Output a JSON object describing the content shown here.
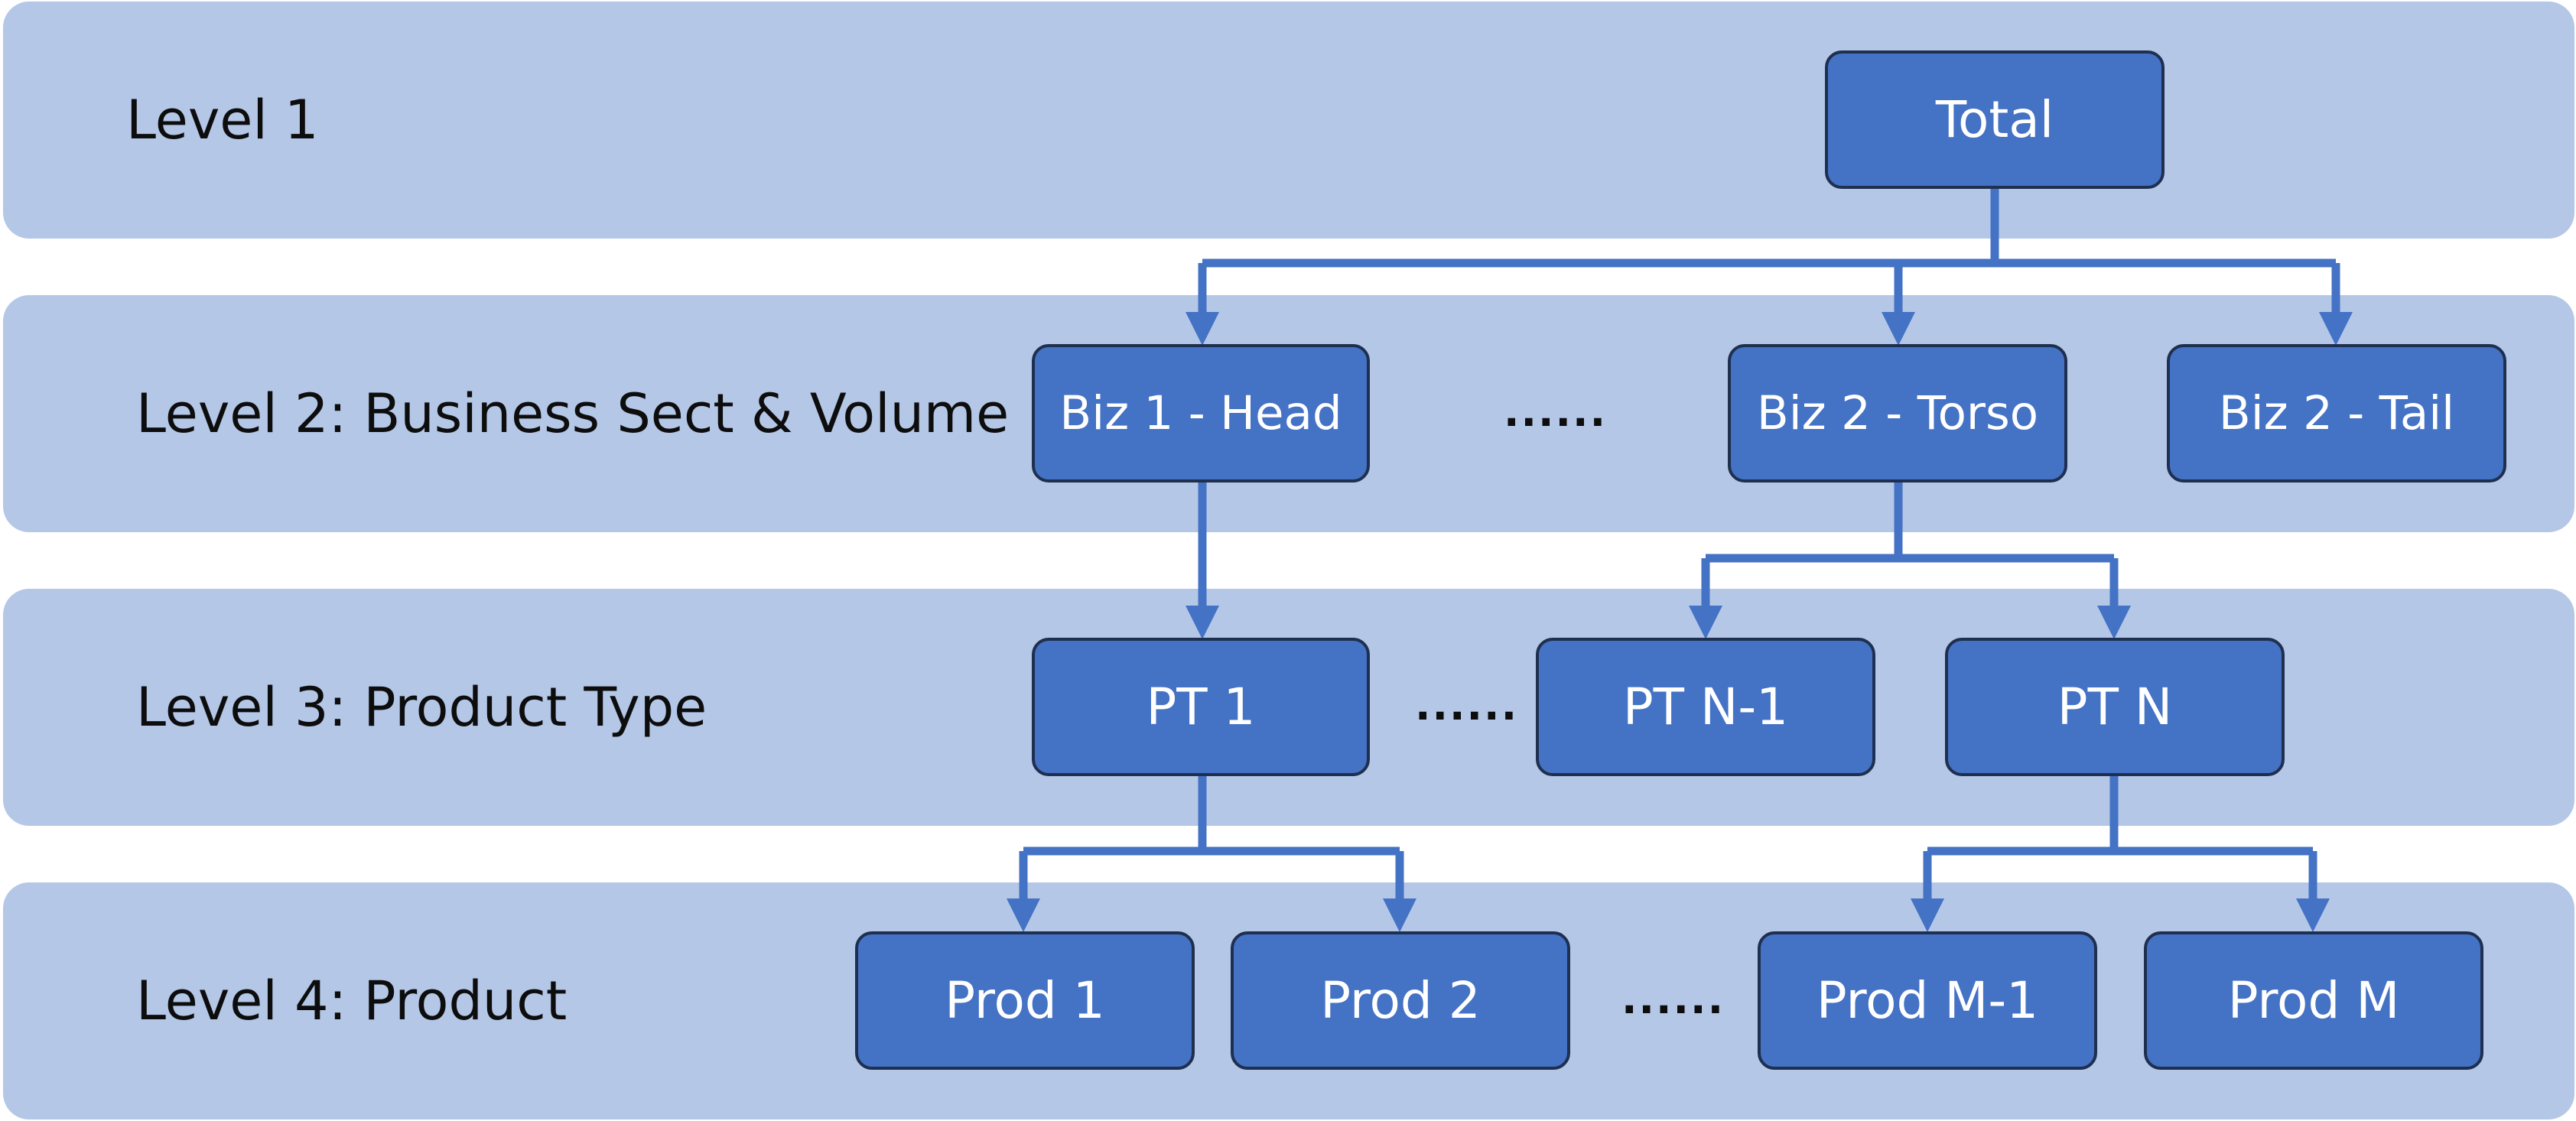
{
  "levels": [
    {
      "label": "Level 1"
    },
    {
      "label": "Level 2: Business Sect & Volume"
    },
    {
      "label": "Level 3: Product Type"
    },
    {
      "label": "Level 4: Product"
    }
  ],
  "nodes": {
    "total": "Total",
    "biz1_head": "Biz 1 - Head",
    "biz2_torso": "Biz 2 - Torso",
    "biz2_tail": "Biz 2 - Tail",
    "pt1": "PT 1",
    "pt_n_1": "PT N-1",
    "pt_n": "PT N",
    "prod1": "Prod 1",
    "prod2": "Prod 2",
    "prod_m_1": "Prod M-1",
    "prod_m": "Prod M"
  },
  "ellipsis": "......",
  "colors": {
    "band": "#b4c7e7",
    "node_fill": "#4472c4",
    "node_border": "#1f2f4f",
    "connector": "#4472c4"
  }
}
